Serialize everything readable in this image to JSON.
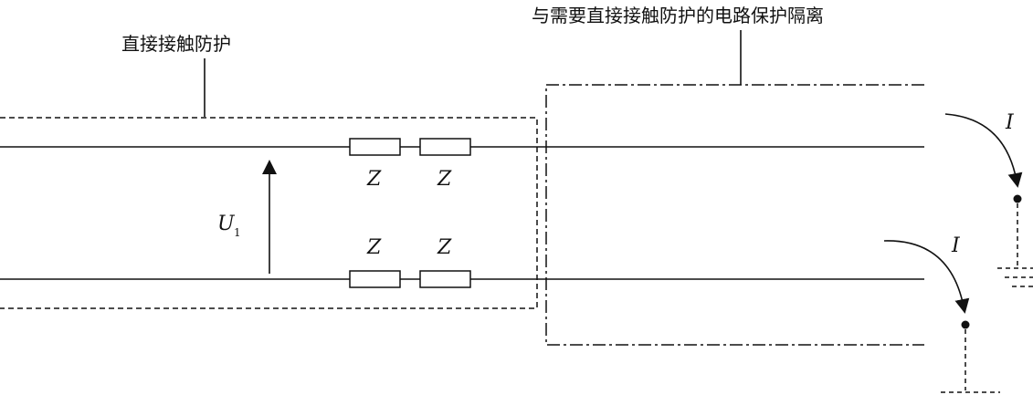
{
  "labels": {
    "direct_contact_protection": "直接接触防护",
    "isolation": "与需要直接接触防护的电路保护隔离",
    "voltage_symbol": "U",
    "voltage_subscript": "1",
    "impedance": "Z",
    "current": "I"
  }
}
